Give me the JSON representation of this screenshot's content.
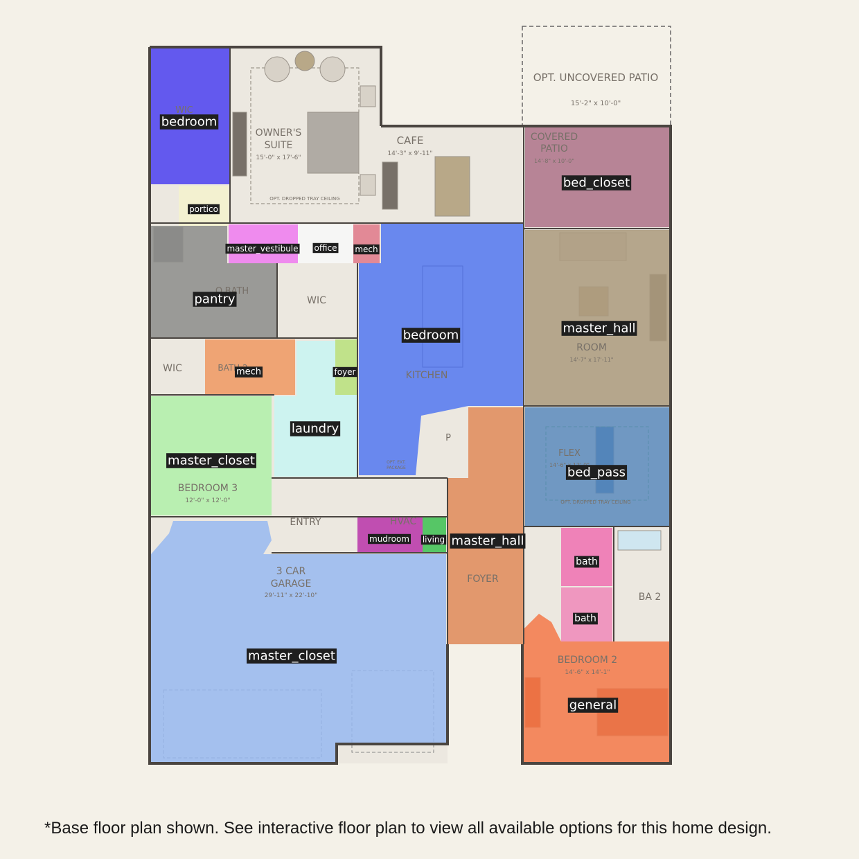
{
  "colors": {
    "background": "#f4f1e8",
    "floor": "#ece8e0",
    "wall": "#4a4540",
    "label_bg": "#1f1f1f",
    "label_text": "#ffffff"
  },
  "plan_labels": {
    "wic_top": "WIC",
    "owners_suite_1": "OWNER'S",
    "owners_suite_2": "SUITE",
    "owners_suite_dim": "15'-0\" x 17'-6\"",
    "tray_ceiling": "OPT. DROPPED TRAY CEILING",
    "opt_patio": "OPT. UNCOVERED PATIO",
    "opt_patio_dim": "15'-2\" x 10'-0\"",
    "cafe": "CAFE",
    "cafe_dim": "14'-3\" x 9'-11\"",
    "covered_patio_1": "COVERED",
    "covered_patio_2": "PATIO",
    "covered_patio_dim": "14'-8\" x 10'-0\"",
    "o_bath": "O.BATH",
    "wic_mid": "WIC",
    "gathering_room": "ROOM",
    "gathering_dim": "14'-7\" x 17'-11\"",
    "kitchen": "KITCHEN",
    "wic_left": "WIC",
    "bath2": "BATH 2",
    "pantry_p": "P",
    "opt_ext_1": "OPT. EXT.",
    "opt_ext_2": "PACKAGE",
    "flex": "FLEX",
    "flex_dim": "14'-6\" x 12'-0\"",
    "flex_tray": "OPT. DROPPED TRAY CEILING",
    "bedroom3": "BEDROOM 3",
    "bedroom3_dim": "12'-0\" x 12'-0\"",
    "entry": "ENTRY",
    "hvac": "HVAC",
    "garage_1": "3 CAR",
    "garage_2": "GARAGE",
    "garage_dim": "29'-11\" x 22'-10\"",
    "foyer": "FOYER",
    "ba2": "BA 2",
    "bedroom2": "BEDROOM 2",
    "bedroom2_dim": "14'-6\" x 14'-1\""
  },
  "segments": [
    {
      "label": "bedroom",
      "color": "#4b3ff0"
    },
    {
      "label": "portico",
      "color": "#f4f2cc"
    },
    {
      "label": "master_vestibule",
      "color": "#f07af0"
    },
    {
      "label": "office",
      "color": "#f8f8f8"
    },
    {
      "label": "mech",
      "color": "#e07888"
    },
    {
      "label": "pantry",
      "color": "#8c8c8a"
    },
    {
      "label": "bedroom",
      "color": "#5277f0"
    },
    {
      "label": "bed_closet",
      "color": "#ae7288"
    },
    {
      "label": "master_hall",
      "color": "#ab9a7c"
    },
    {
      "label": "mech",
      "color": "#f09860"
    },
    {
      "label": "foyer",
      "color": "#b8e07a"
    },
    {
      "label": "laundry",
      "color": "#c8f4f2"
    },
    {
      "label": "master_closet",
      "color": "#b0f0a8"
    },
    {
      "label": "bed_pass",
      "color": "#5a8abc"
    },
    {
      "label": "mudroom",
      "color": "#b832a8"
    },
    {
      "label": "living",
      "color": "#3cc050"
    },
    {
      "label": "master_hall",
      "color": "#e08a58"
    },
    {
      "label": "bath",
      "color": "#f070b0"
    },
    {
      "label": "bath",
      "color": "#f088b8"
    },
    {
      "label": "master_closet",
      "color": "#98b8f0"
    },
    {
      "label": "general",
      "color": "#f47848"
    }
  ],
  "footnote": "*Base floor plan shown. See interactive floor plan to view all available options for this home design."
}
